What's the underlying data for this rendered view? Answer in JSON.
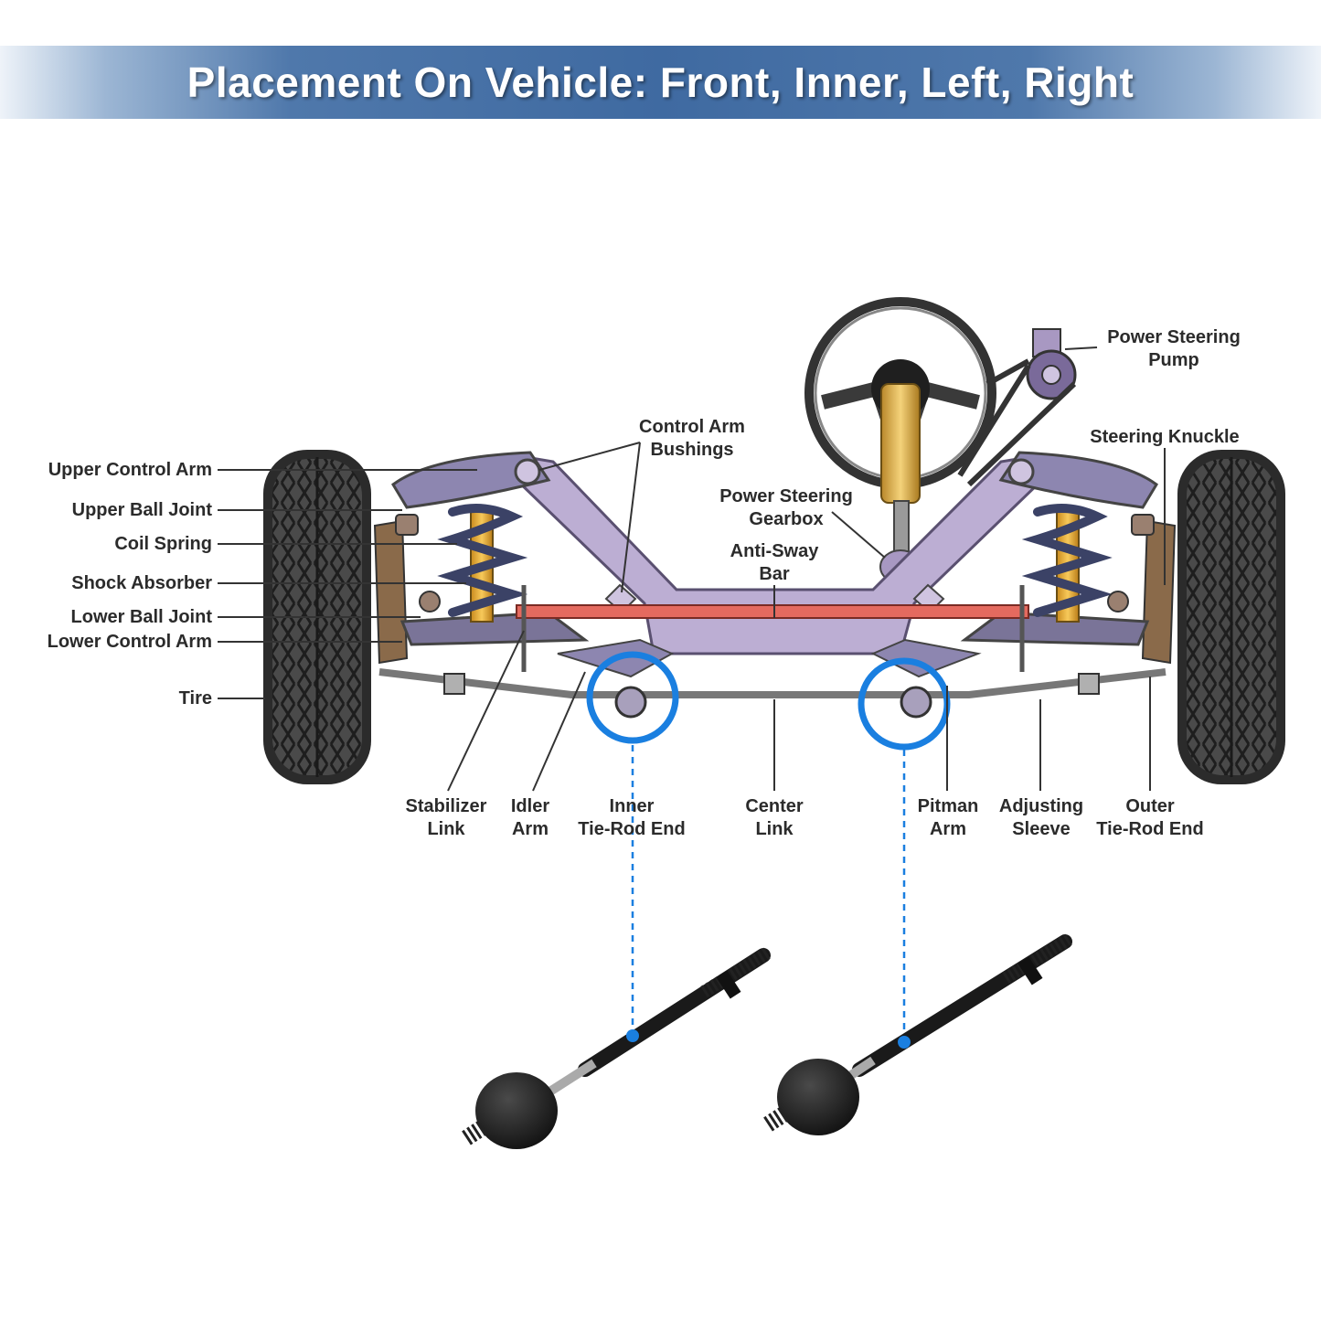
{
  "banner": {
    "title": "Placement On Vehicle: Front, Inner, Left, Right"
  },
  "labels": {
    "upper_control_arm": "Upper Control Arm",
    "upper_ball_joint": "Upper Ball Joint",
    "coil_spring": "Coil Spring",
    "shock_absorber": "Shock Absorber",
    "lower_ball_joint": "Lower Ball Joint",
    "lower_control_arm": "Lower Control Arm",
    "tire": "Tire",
    "control_arm_bushings": [
      "Control Arm",
      "Bushings"
    ],
    "power_steering_gearbox": [
      "Power Steering",
      "Gearbox"
    ],
    "anti_sway_bar": [
      "Anti-Sway",
      "Bar"
    ],
    "power_steering_pump": [
      "Power Steering",
      "Pump"
    ],
    "steering_knuckle": "Steering Knuckle",
    "stabilizer_link": [
      "Stabilizer",
      "Link"
    ],
    "idler_arm": [
      "Idler",
      "Arm"
    ],
    "inner_tie_rod_end": [
      "Inner",
      "Tie-Rod End"
    ],
    "center_link": [
      "Center",
      "Link"
    ],
    "pitman_arm": [
      "Pitman",
      "Arm"
    ],
    "adjusting_sleeve": [
      "Adjusting",
      "Sleeve"
    ],
    "outer_tie_rod_end": [
      "Outer",
      "Tie-Rod End"
    ]
  },
  "colors": {
    "banner": "#3f6aa1",
    "highlight": "#1a7fe0",
    "frame": "#b9a8cc",
    "anti_sway_bar": "#e46a5f",
    "spring": "#3b4266",
    "shock": "#f0b33a",
    "tire": "#3a3a3a",
    "part": "#1c1c1c"
  }
}
